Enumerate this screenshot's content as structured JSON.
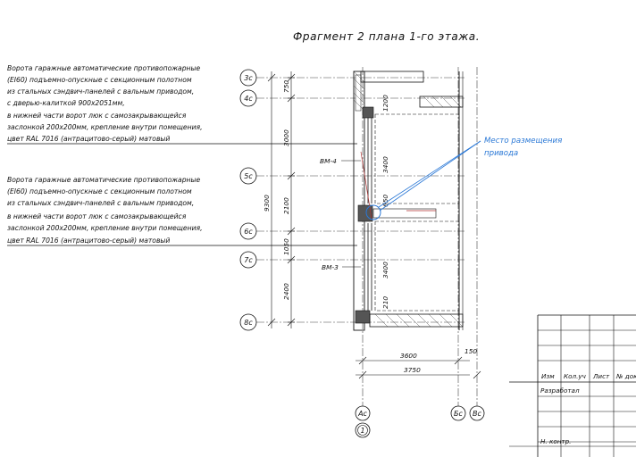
{
  "title": "Фрагмент 2 плана 1-го этажа.",
  "note_top": [
    "Ворота гаражные автоматические противопожарные",
    "(EI60) подъемно-опускные с секционным полотном",
    "из стальных сэндвич-панелей с вальным приводом,",
    "с дверью-калиткой 900х2051мм,",
    "в нижней части ворот люк с самозакрывающейся",
    "заслонкой 200х200мм, крепление внутри помещения,",
    "цвет RAL 7016 (антрацитово-серый) матовый"
  ],
  "note_bottom": [
    "Ворота гаражные автоматические противопожарные",
    "(EI60) подъемно-опускные с секционным полотном",
    "из стальных сэндвич-панелей с вальным приводом,",
    "в нижней части ворот люк с самозакрывающейся",
    "заслонкой 200х200мм, крепление внутри помещения,",
    "цвет RAL 7016 (антрацитово-серый) матовый"
  ],
  "callout": [
    "Место размещения",
    "привода"
  ],
  "axes_left": [
    "3с",
    "4с",
    "5с",
    "6с",
    "7с",
    "8с"
  ],
  "axes_bottom": [
    "Ас",
    "Бс",
    "Вс"
  ],
  "node_mark": "1",
  "gate_marks": [
    "ВМ-4",
    "ВМ-3"
  ],
  "dims_left": [
    "750",
    "3000",
    "2100",
    "1050",
    "2400"
  ],
  "dim_total": "9300",
  "dims_inner": [
    "1200",
    "3400",
    "650",
    "3400",
    "210"
  ],
  "dims_bottom": [
    "3600",
    "3750",
    "150"
  ],
  "title_block": {
    "header": [
      "Изм",
      "Кол.уч",
      "Лист",
      "№ док"
    ],
    "roles": [
      "Разработал",
      "Н. контр."
    ]
  },
  "colors": {
    "ink": "#111111",
    "accent": "#2a78d6",
    "hatch": "#333333"
  }
}
